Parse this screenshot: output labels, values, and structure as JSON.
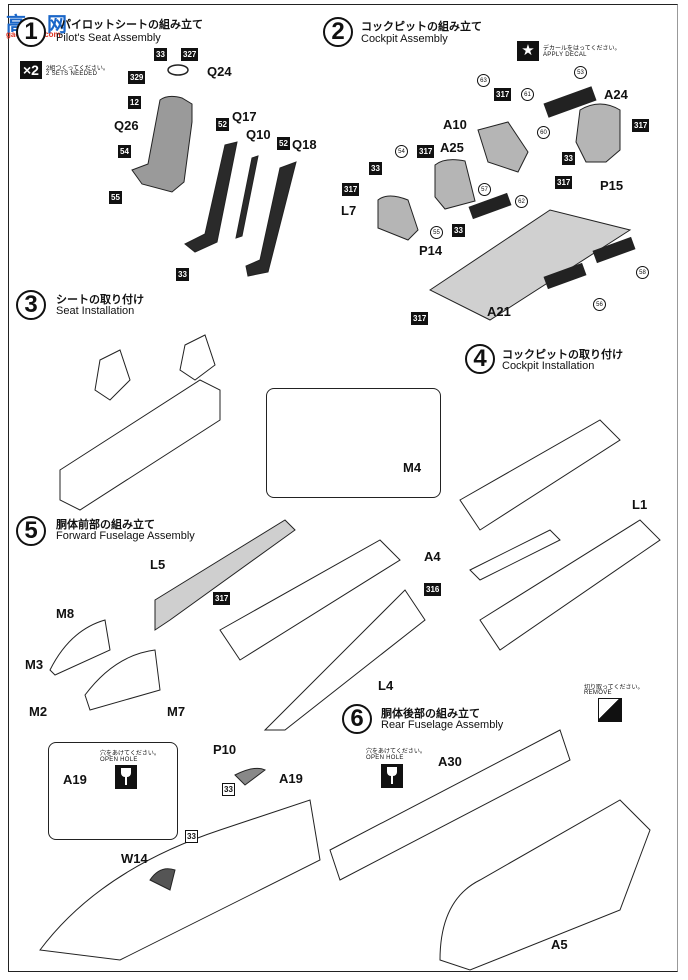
{
  "watermark": {
    "text_left": "高",
    "text_right": "网",
    "url": "gao-shou.com"
  },
  "steps": [
    {
      "number": "1",
      "title_jp": "パイロットシートの組み立て",
      "title_en": "Pilot's Seat Assembly"
    },
    {
      "number": "2",
      "title_jp": "コックピットの組み立て",
      "title_en": "Cockpit Assembly"
    },
    {
      "number": "3",
      "title_jp": "シートの取り付け",
      "title_en": "Seat Installation"
    },
    {
      "number": "4",
      "title_jp": "コックピットの取り付け",
      "title_en": "Cockpit Installation"
    },
    {
      "number": "5",
      "title_jp": "胴体前部の組み立て",
      "title_en": "Forward Fuselage Assembly"
    },
    {
      "number": "6",
      "title_jp": "胴体後部の組み立て",
      "title_en": "Rear Fuselage Assembly"
    }
  ],
  "notes": {
    "sets_badge": "×2",
    "sets_jp": "2組つくってください。",
    "sets_en": "2 SETS NEEDED",
    "decal_jp": "デカールをはってください。",
    "decal_en": "APPLY DECAL",
    "open_hole_jp": "穴をあけてください。",
    "open_hole_en": "OPEN HOLE",
    "remove_jp": "切り取ってください。",
    "remove_en": "REMOVE"
  },
  "step1": {
    "parts": [
      "Q24",
      "Q26",
      "Q17",
      "Q10",
      "Q18"
    ],
    "colors": [
      "33",
      "327",
      "329",
      "12",
      "54",
      "55",
      "52",
      "52",
      "33"
    ]
  },
  "step2": {
    "parts": [
      "A24",
      "A10",
      "A25",
      "P15",
      "L7",
      "P14",
      "A21"
    ],
    "colors": [
      "317",
      "317",
      "317",
      "33",
      "317",
      "33",
      "317",
      "33",
      "317"
    ],
    "decals": [
      "53",
      "63",
      "61",
      "60",
      "54",
      "57",
      "62",
      "55",
      "58",
      "56"
    ]
  },
  "step4": {
    "parts": [
      "L1",
      "A4"
    ],
    "colors": [
      "316"
    ]
  },
  "step5": {
    "parts": [
      "M4",
      "L5",
      "M8",
      "M3",
      "M2",
      "M7",
      "L4",
      "P10",
      "A19",
      "A19",
      "W14"
    ],
    "colors": [
      "317",
      "33",
      "33"
    ]
  },
  "step6": {
    "parts": [
      "A30",
      "A5"
    ]
  }
}
